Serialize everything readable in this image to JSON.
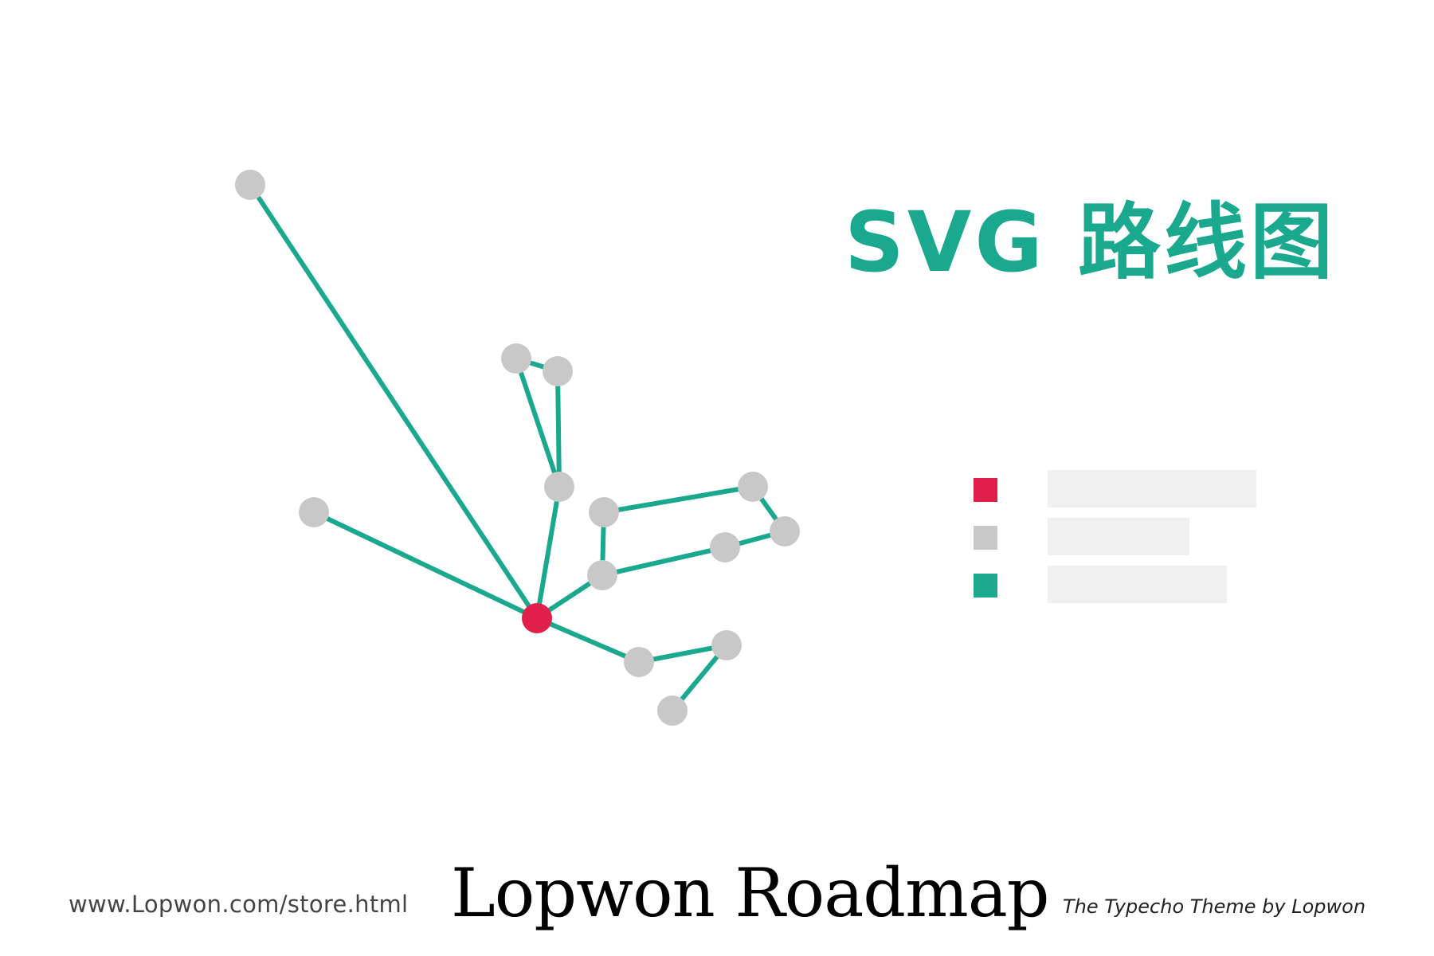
{
  "header": {
    "title": "SVG 路线图"
  },
  "colors": {
    "accent": "#1aa88e",
    "root_node": "#e0204a",
    "node": "#c8c8c8",
    "placeholder_bar": "#f0f0f0"
  },
  "legend": {
    "items": [
      {
        "swatch_color": "#e0204a",
        "bar_fraction": 1.0
      },
      {
        "swatch_color": "#c8c8c8",
        "bar_fraction": 0.68
      },
      {
        "swatch_color": "#1aa88e",
        "bar_fraction": 0.86
      }
    ]
  },
  "footer": {
    "url": "www.Lopwon.com/store.html",
    "brand": "Lopwon Roadmap",
    "tagline": "The Typecho Theme by Lopwon"
  }
}
